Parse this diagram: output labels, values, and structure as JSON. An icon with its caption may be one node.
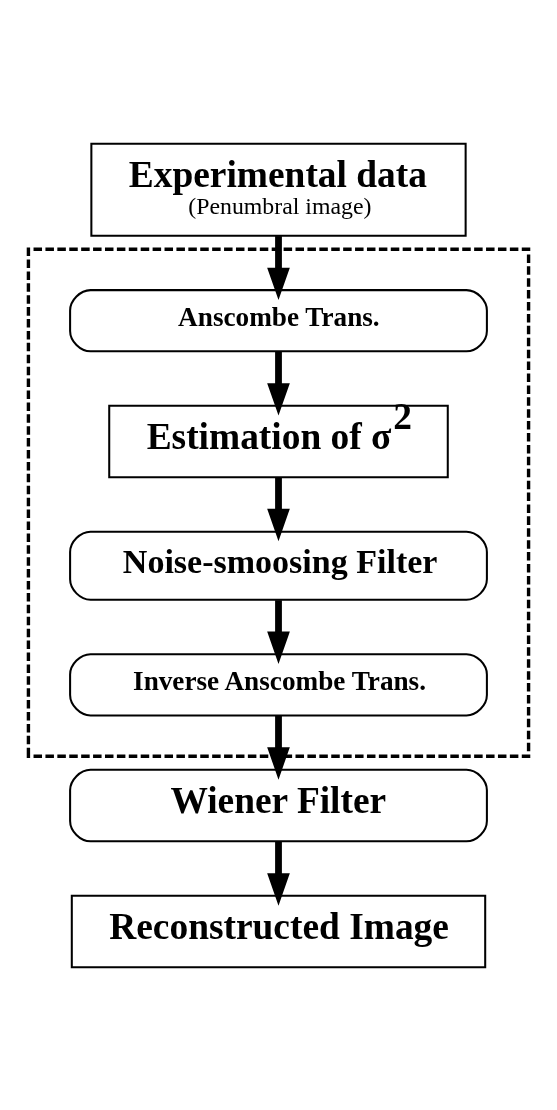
{
  "diagram": {
    "nodes": [
      {
        "text": [
          "Experimental data",
          "(Penumbral image)"
        ]
      },
      {
        "text": [],
        "shape": "box"
      },
      {
        "text": [
          "Anscombe Trans."
        ],
        "in": 1
      },
      {
        "text": [
          "Estimation of σ$^{2}$"
        ],
        "in": 1
      },
      {
        "text": [
          "Noise-smoosing Filter"
        ],
        "in": 1
      },
      {
        "text": [
          "Inverse Anscombe Trans."
        ],
        "in": 1
      },
      {
        "text": [
          "Wiener Filter"
        ]
      },
      {
        "text": [
          "Reconstructed Image"
        ]
      }
    ],
    "edges": [
      {
        "from": 0,
        "to": 2,
        "arrow": "to"
      },
      {
        "from": 2,
        "to": 3,
        "arrow": "to"
      },
      {
        "from": 3,
        "to": 4,
        "arrow": "to"
      },
      {
        "from": 4,
        "to": 5,
        "arrow": "to"
      },
      {
        "from": 5,
        "to": 6,
        "arrow": "to"
      },
      {
        "from": 6,
        "to": 7,
        "arrow": "to"
      }
    ]
  }
}
